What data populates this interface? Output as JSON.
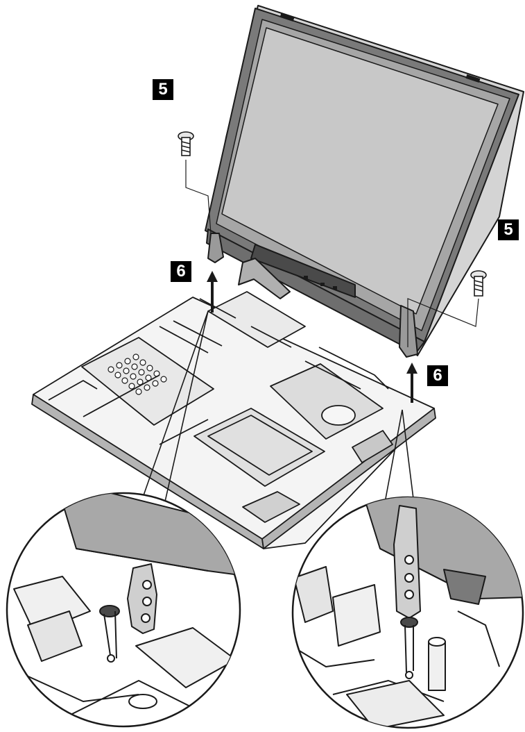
{
  "callouts": {
    "screw_left": "5",
    "screw_right": "5",
    "lift_left": "6",
    "lift_right": "6"
  },
  "colors": {
    "line": "#1a1a1a",
    "lcd_panel": "#c8c8c8",
    "bezel": "#8c8c8c",
    "body_shadow": "#b4b4b4",
    "callout_bg": "#000000",
    "callout_text": "#ffffff"
  }
}
